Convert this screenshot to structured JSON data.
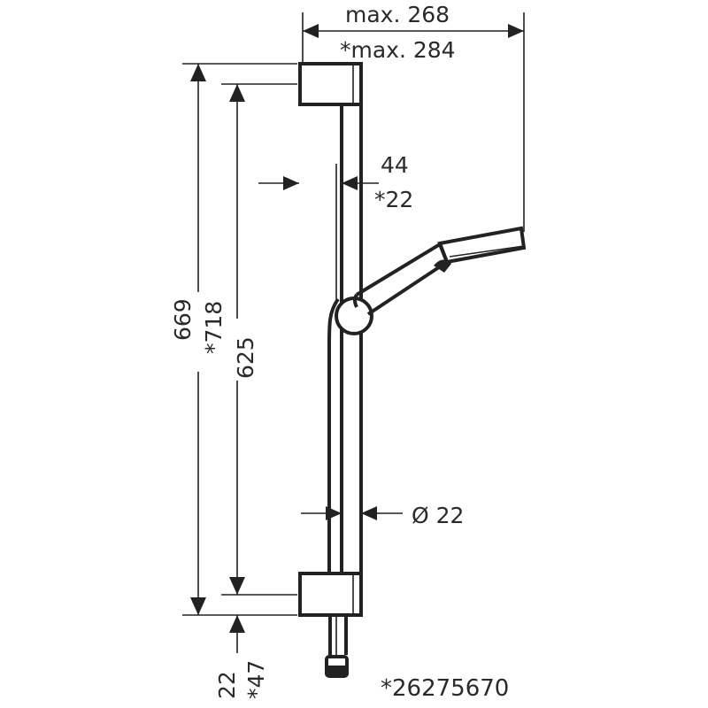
{
  "drawing": {
    "width_max": "max. 268",
    "width_max_alt": "*max. 284",
    "wall_offset": "44",
    "wall_offset_alt": "*22",
    "height_total": "669",
    "height_total_alt": "*718",
    "bracket_spacing": "625",
    "bar_diameter": "Ø 22",
    "bottom_offset": "22",
    "bottom_offset_alt": "*47",
    "article_number": "*26275670"
  },
  "colors": {
    "line": "#222222",
    "background": "#ffffff"
  }
}
